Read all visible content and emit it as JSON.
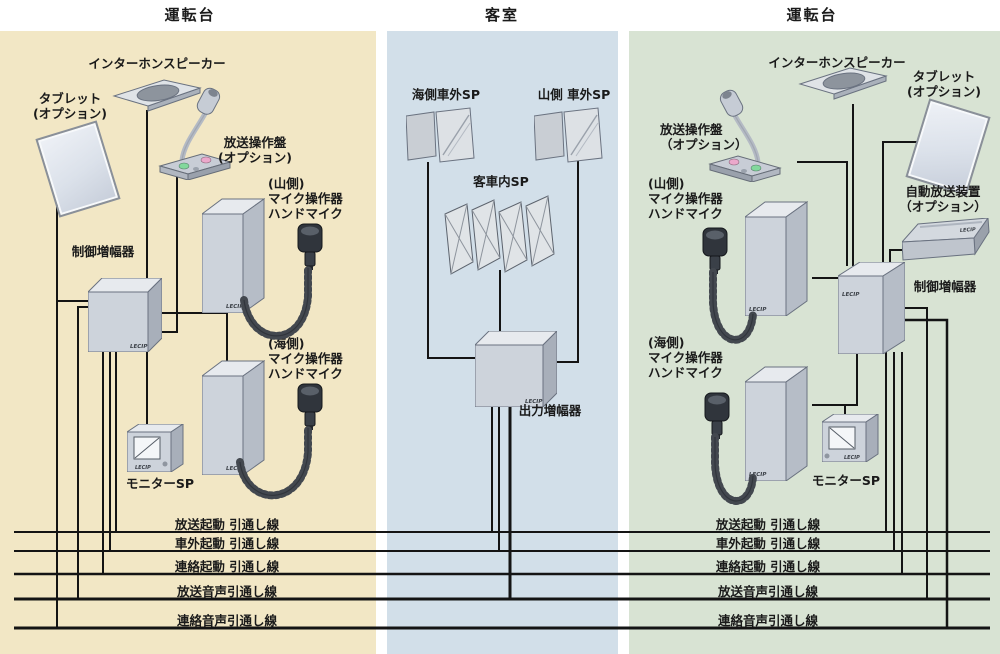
{
  "headers": {
    "left": "運転台",
    "center": "客室",
    "right": "運転台"
  },
  "brand": "LECIP",
  "left": {
    "intercom": "インターホンスピーカー",
    "tablet": [
      "タブレット",
      "(オプション)"
    ],
    "op_panel": [
      "放送操作盤",
      "(オプション)"
    ],
    "mic_mountain": [
      "(山側)",
      "マイク操作器",
      "ハンドマイク"
    ],
    "control_amp": "制御増幅器",
    "mic_sea": [
      "(海側)",
      "マイク操作器",
      "ハンドマイク"
    ],
    "monitor_sp": "モニターSP"
  },
  "cabin": {
    "sp_sea": "海側車外SP",
    "sp_mountain": "山側 車外SP",
    "sp_interior": "客車内SP",
    "output_amp": "出力増幅器"
  },
  "right": {
    "intercom": "インターホンスピーカー",
    "tablet": [
      "タブレット",
      "(オプション)"
    ],
    "op_panel": [
      "放送操作盤",
      "（オプション）"
    ],
    "mic_mountain": [
      "(山側)",
      "マイク操作器",
      "ハンドマイク"
    ],
    "auto_announce": [
      "自動放送装置",
      "（オプション）"
    ],
    "control_amp": "制御増幅器",
    "mic_sea": [
      "(海側)",
      "マイク操作器",
      "ハンドマイク"
    ],
    "monitor_sp": "モニターSP"
  },
  "bus_lines": {
    "left": [
      "放送起動 引通し線",
      "車外起動 引通し線",
      "連絡起動 引通し線",
      "放送音声引通し線",
      "連絡音声引通し線"
    ],
    "right": [
      "放送起動 引通し線",
      "車外起動 引通し線",
      "連絡起動 引通し線",
      "放送音声引通し線",
      "連絡音声引通し線"
    ]
  },
  "colors": {
    "cab_bg": "#f2e7c5",
    "cabin_bg": "#d2dfe9",
    "cab2_bg": "#d8e3d3",
    "wire": "#141414",
    "box_front": "#cdd3db",
    "box_top": "#e7eaee",
    "box_side": "#a8afba"
  }
}
